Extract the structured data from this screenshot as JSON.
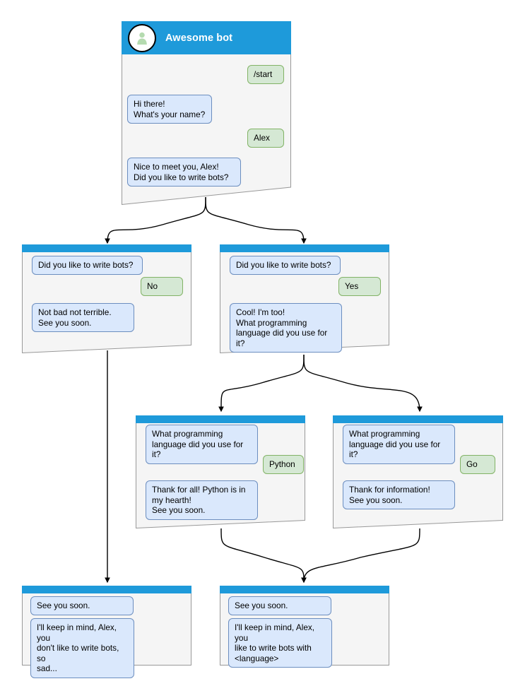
{
  "diagram": {
    "title": "Telegram bot conversation flow",
    "colors": {
      "header_blue": "#1e9ada",
      "panel_bg": "#f5f5f5",
      "panel_border": "#999999",
      "bot_bubble_bg": "#dae8fc",
      "bot_bubble_border": "#6c8ebf",
      "user_bubble_bg": "#d5e8d4",
      "user_bubble_border": "#82b366",
      "connector": "#000000",
      "avatar_person": "#b5dbb0"
    }
  },
  "nodes": [
    {
      "id": "start",
      "bot_name": "Awesome bot",
      "avatar_icon": "person-avatar-icon",
      "messages": [
        {
          "role": "user",
          "text": "/start"
        },
        {
          "role": "bot",
          "text": "Hi there!\nWhat's your name?"
        },
        {
          "role": "user",
          "text": "Alex"
        },
        {
          "role": "bot",
          "text": "Nice to meet you, Alex!\nDid you like to write bots?"
        }
      ]
    },
    {
      "id": "answer-no",
      "messages": [
        {
          "role": "bot",
          "text": "Did you like to write bots?"
        },
        {
          "role": "user",
          "text": "No"
        },
        {
          "role": "bot",
          "text": "Not bad not terrible.\nSee you soon."
        }
      ]
    },
    {
      "id": "answer-yes",
      "messages": [
        {
          "role": "bot",
          "text": "Did you like to write bots?"
        },
        {
          "role": "user",
          "text": "Yes"
        },
        {
          "role": "bot",
          "text": "Cool! I'm too!\nWhat programming\nlanguage did you use for it?"
        }
      ]
    },
    {
      "id": "lang-python",
      "messages": [
        {
          "role": "bot",
          "text": "What programming\nlanguage did you use for it?"
        },
        {
          "role": "user",
          "text": "Python"
        },
        {
          "role": "bot",
          "text": "Thank for all! Python is in\nmy hearth!\nSee you soon."
        }
      ]
    },
    {
      "id": "lang-go",
      "messages": [
        {
          "role": "bot",
          "text": "What programming\nlanguage did you use for it?"
        },
        {
          "role": "user",
          "text": "Go"
        },
        {
          "role": "bot",
          "text": "Thank for information!\nSee you soon."
        }
      ]
    },
    {
      "id": "end-sad",
      "messages": [
        {
          "role": "bot",
          "text": "See you soon."
        },
        {
          "role": "bot",
          "text": "I'll keep in mind, Alex, you\ndon't like to write bots, so\nsad..."
        }
      ]
    },
    {
      "id": "end-happy",
      "messages": [
        {
          "role": "bot",
          "text": "See you soon."
        },
        {
          "role": "bot",
          "text": "I'll keep in mind, Alex, you\nlike to write bots with\n<language>"
        }
      ]
    }
  ]
}
